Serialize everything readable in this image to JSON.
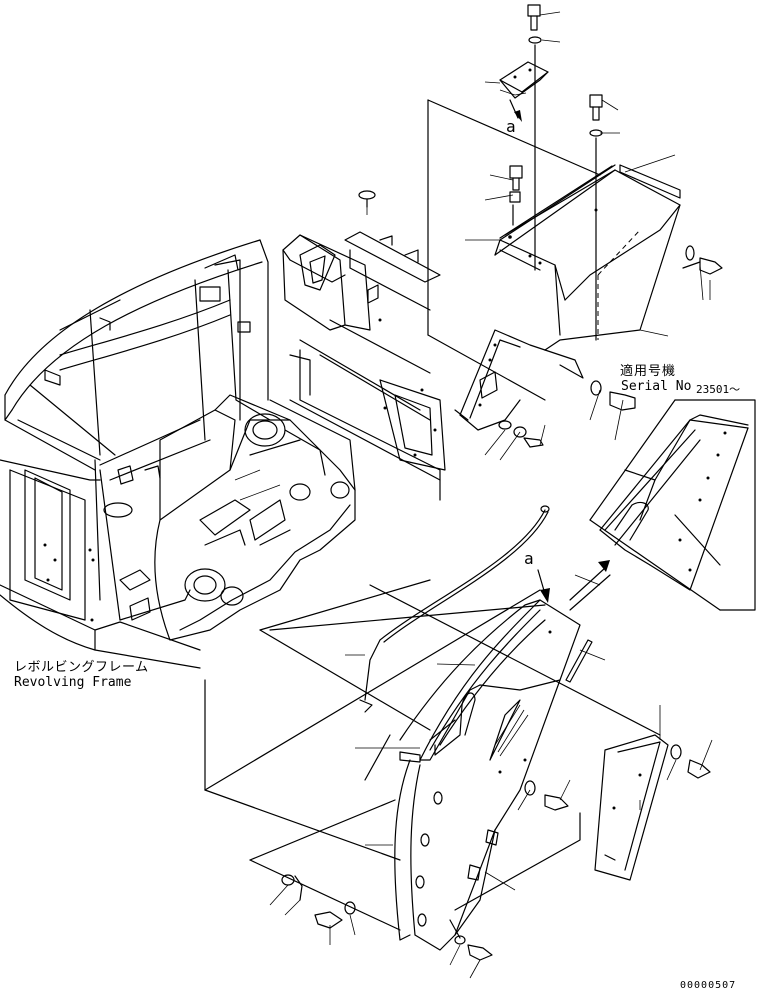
{
  "labels": {
    "revolving_frame_jp": "レボルビングフレーム",
    "revolving_frame_en": "Revolving Frame",
    "applicable_jp": "適用号機",
    "serial_prefix": "Serial No",
    "serial_number": "23501～",
    "callout_a_top": "a",
    "callout_a_bottom": "a",
    "drawing_number": "00000507"
  }
}
